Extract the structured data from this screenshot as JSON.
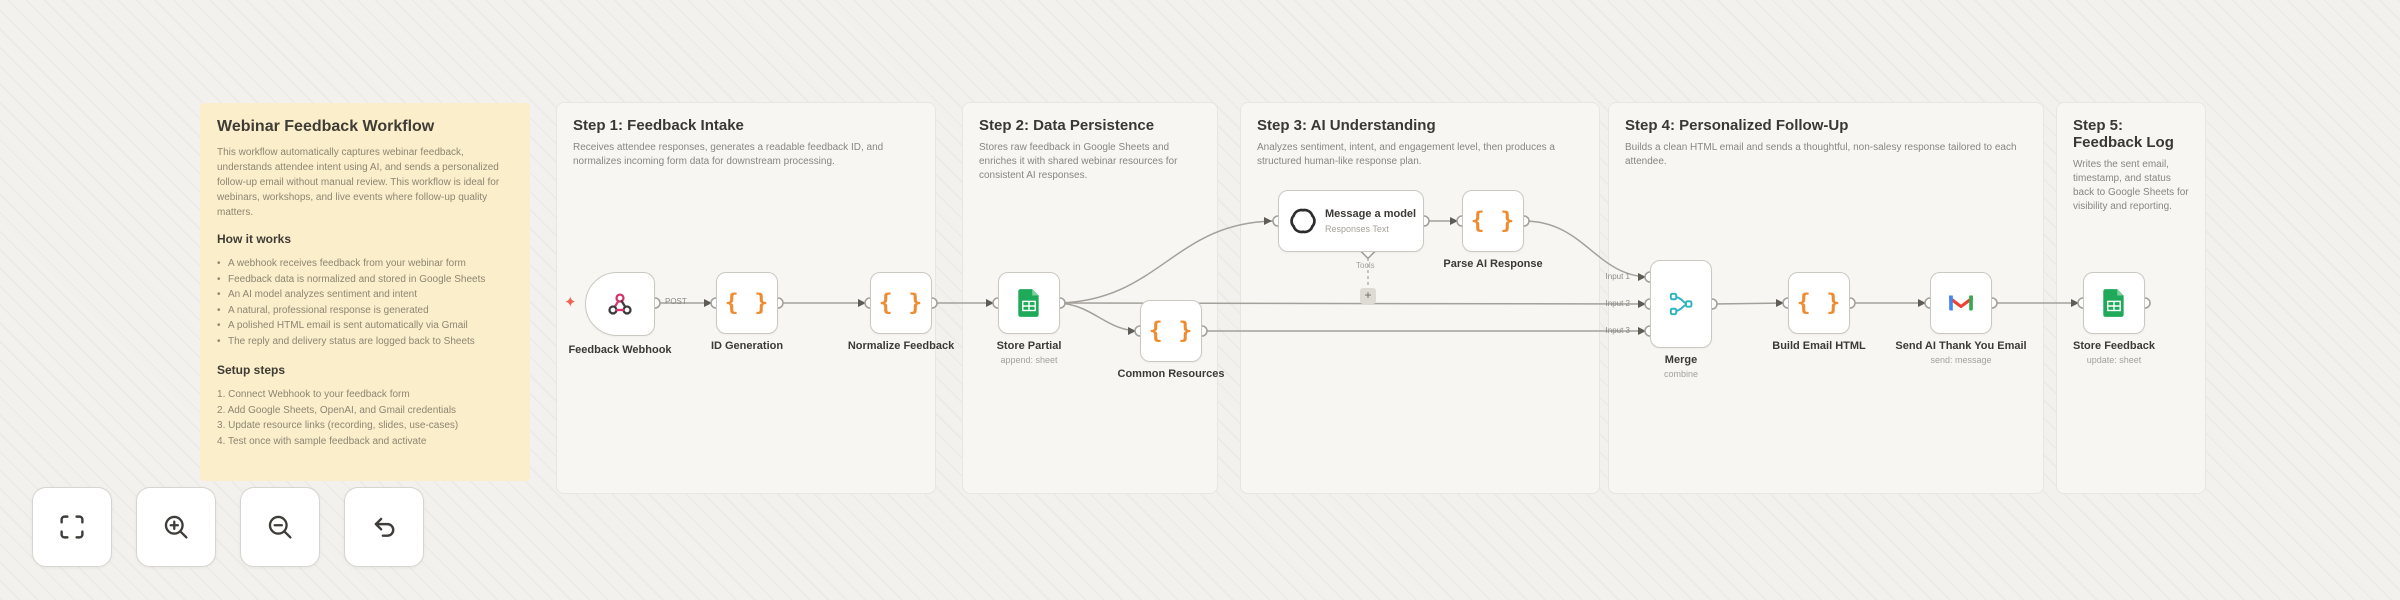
{
  "sticky_note": {
    "title": "Webinar Feedback Workflow",
    "intro": "This workflow automatically captures webinar feedback, understands attendee intent using AI, and sends a personalized follow-up email without manual review. This workflow is ideal for webinars, workshops, and live events where follow-up quality matters.",
    "how_heading": "How it works",
    "how_items": [
      "A webhook receives feedback from your webinar form",
      "Feedback data is normalized and stored in Google Sheets",
      "An AI model analyzes sentiment and intent",
      "A natural, professional response is generated",
      "A polished HTML email is sent automatically via Gmail",
      "The reply and delivery status are logged back to Sheets"
    ],
    "setup_heading": "Setup steps",
    "setup_items": [
      "Connect Webhook to your feedback form",
      "Add Google Sheets, OpenAI, and Gmail credentials",
      "Update resource links (recording, slides, use-cases)",
      "Test once with sample feedback and activate"
    ]
  },
  "steps": [
    {
      "title": "Step 1: Feedback Intake",
      "description": "Receives attendee responses, generates a readable feedback ID, and normalizes incoming form data for downstream processing."
    },
    {
      "title": "Step 2: Data Persistence",
      "description": "Stores raw feedback in Google Sheets and enriches it with shared webinar resources for consistent AI responses."
    },
    {
      "title": "Step 3: AI Understanding",
      "description": "Analyzes sentiment, intent, and engagement level, then produces a structured human-like response plan."
    },
    {
      "title": "Step 4: Personalized Follow-Up",
      "description": "Builds a clean HTML email and sends a thoughtful, non-salesy response tailored to each attendee."
    },
    {
      "title": "Step 5: Feedback Log",
      "description": "Writes the sent email, timestamp, and status back to Google Sheets for visibility and reporting."
    }
  ],
  "nodes": {
    "feedback_webhook": {
      "label": "Feedback Webhook",
      "method": "POST"
    },
    "id_generation": {
      "label": "ID Generation"
    },
    "normalize_feedback": {
      "label": "Normalize Feedback"
    },
    "store_partial": {
      "label": "Store Partial",
      "subtitle": "append: sheet"
    },
    "common_resources": {
      "label": "Common Resources"
    },
    "message_model": {
      "label": "Message a model",
      "subtitle": "Responses Text",
      "tools_label": "Tools"
    },
    "parse_ai_response": {
      "label": "Parse AI Response"
    },
    "merge": {
      "label": "Merge",
      "subtitle": "combine",
      "inputs": [
        "Input 1",
        "Input 2",
        "Input 3"
      ]
    },
    "build_email_html": {
      "label": "Build Email HTML"
    },
    "send_email": {
      "label": "Send AI Thank You Email",
      "subtitle": "send: message"
    },
    "store_feedback": {
      "label": "Store Feedback",
      "subtitle": "update: sheet"
    }
  },
  "icons": {
    "code_braces": "{ }",
    "plus": "+",
    "trigger_star": "✦"
  },
  "colors": {
    "canvas_bg": "#f2f1ee",
    "sticky_bg": "#fbeecb",
    "panel_bg": "#f7f6f3",
    "code_orange": "#ef8c30",
    "sheets_green": "#1faa5a",
    "merge_teal": "#2db3c0",
    "webhook_pink": "#d6336c",
    "openai_black": "#2d2d2d",
    "gmail_red": "#ea4335",
    "gmail_blue": "#4285f4",
    "gmail_green": "#34a853",
    "gmail_yellow": "#fbbc04",
    "edge_gray": "#a4a09a",
    "trigger_red": "#ee6352"
  }
}
